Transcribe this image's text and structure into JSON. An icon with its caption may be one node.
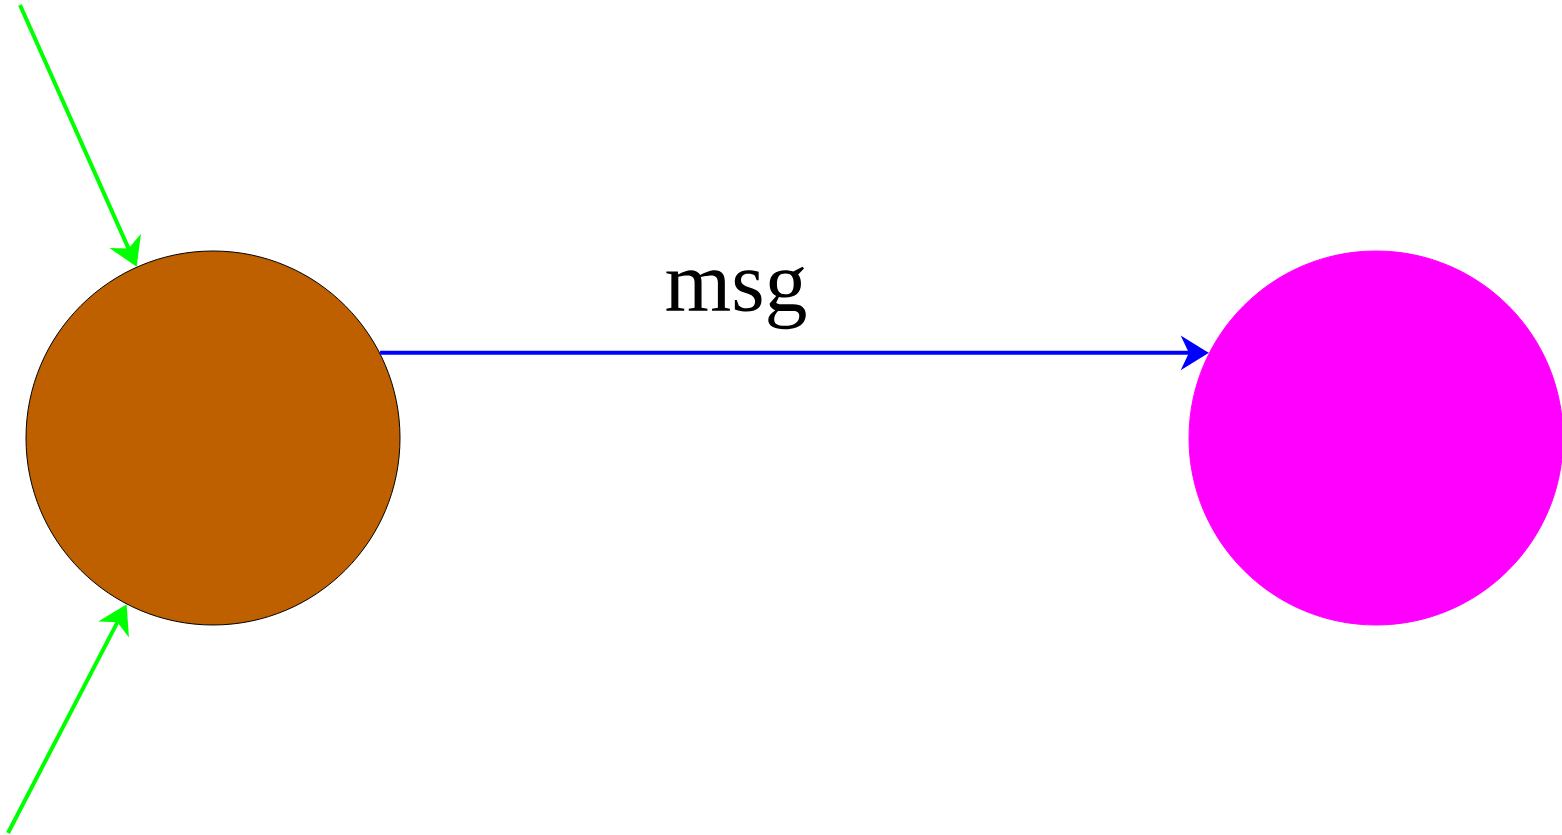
{
  "diagram": {
    "nodes": [
      {
        "text": [],
        "shape": "circle"
      },
      {
        "text": [],
        "shape": "circle"
      }
    ],
    "edges": [
      {
        "from": null,
        "to": 0,
        "arrow": "to",
        "color": "#00ff00"
      },
      {
        "from": null,
        "to": 0,
        "arrow": "to",
        "color": "#00ff00"
      },
      {
        "from": 0,
        "to": 1,
        "arrow": "to",
        "label": "msg",
        "color": "#0000ff"
      }
    ]
  }
}
